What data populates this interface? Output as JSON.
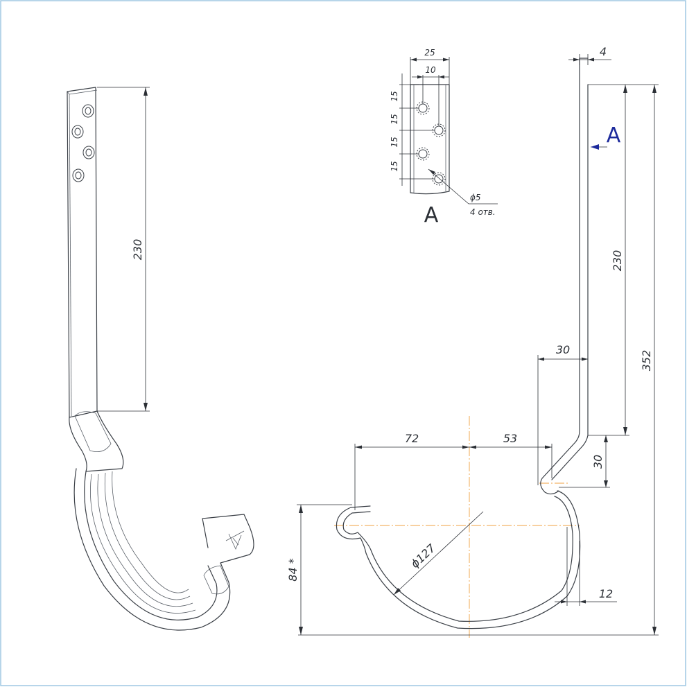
{
  "iso_view": {
    "dim_strap_length": "230",
    "logo": "logo-icon"
  },
  "detail_a": {
    "dim_width_outer": "25",
    "dim_width_inner": "10",
    "dim_pitch": [
      "15",
      "15",
      "15",
      "15"
    ],
    "hole_diameter": "ϕ5",
    "hole_count": "4 отв.",
    "view_label": "A"
  },
  "side_view": {
    "dim_thickness": "4",
    "view_arrow_label": "A",
    "dim_strap_length": "230",
    "dim_total_height": "352",
    "dim_offset_30_h": "30",
    "dim_offset_30_v": "30",
    "dim_radius_left": "72",
    "dim_radius_right": "53",
    "dim_diameter": "ϕ127",
    "dim_depth": "84 *",
    "dim_lip": "12"
  },
  "colors": {
    "frame": "#9fc7e2",
    "line": "#3a3f46",
    "axis": "#f0a040",
    "view_arrow": "#1c2a9c"
  }
}
